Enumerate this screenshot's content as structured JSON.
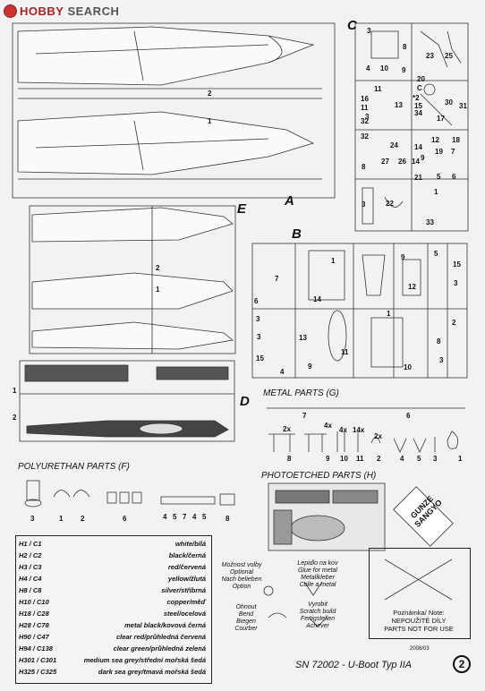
{
  "watermark": {
    "brand": "HOBBY SEARCH",
    "first": "HOBBY",
    "second": "SEARCH"
  },
  "sprues": {
    "A": {
      "label": "A",
      "numbers": [
        "2",
        "1"
      ]
    },
    "B": {
      "label": "B",
      "numbers": [
        "7",
        "1",
        "9",
        "5",
        "15",
        "6",
        "14",
        "12",
        "3",
        "13",
        "11",
        "1",
        "2",
        "8",
        "3",
        "10",
        "9",
        "3",
        "15",
        "4",
        "3"
      ]
    },
    "C": {
      "label": "C",
      "numbers": [
        "3",
        "8",
        "23",
        "25",
        "4",
        "10",
        "9",
        "20",
        "11",
        "C",
        "16",
        "*2",
        "30",
        "11",
        "13",
        "34",
        "15",
        "31",
        "3",
        "17",
        "32",
        "32",
        "12",
        "18",
        "24",
        "14",
        "19",
        "7",
        "9",
        "27",
        "26",
        "14",
        "21",
        "5",
        "6",
        "8",
        "22",
        "3",
        "33",
        "1"
      ]
    },
    "D": {
      "label": "D",
      "numbers": [
        "1",
        "2"
      ]
    },
    "E": {
      "label": "E",
      "numbers": [
        "2",
        "1"
      ]
    }
  },
  "metal_parts": {
    "title": "METAL PARTS (G)",
    "numbers": [
      "7",
      "6",
      "8",
      "9",
      "10",
      "11",
      "2",
      "4",
      "5",
      "3",
      "1"
    ],
    "counts": [
      "2x",
      "4x",
      "4x",
      "14x",
      "2x"
    ]
  },
  "polyurethan_parts": {
    "title": "POLYURETHAN PARTS (F)",
    "numbers": [
      "3",
      "1",
      "2",
      "6",
      "4",
      "5",
      "7",
      "4",
      "5",
      "8"
    ]
  },
  "photoetched_parts": {
    "title": "PHOTOETCHED PARTS (H)"
  },
  "brand_badge": {
    "line1": "GUNZE",
    "line2": "SANGYO"
  },
  "color_table": [
    {
      "code": "H1 / C1",
      "name": "white/bílá"
    },
    {
      "code": "H2 / C2",
      "name": "black/černá"
    },
    {
      "code": "H3 / C3",
      "name": "red/červená"
    },
    {
      "code": "H4 / C4",
      "name": "yellow/žlutá"
    },
    {
      "code": "H8 / C8",
      "name": "silver/stříbrná"
    },
    {
      "code": "H10 / C10",
      "name": "copper/měď"
    },
    {
      "code": "H18 / C28",
      "name": "steel/ocelová"
    },
    {
      "code": "H28 / C78",
      "name": "metal black/kovová černá"
    },
    {
      "code": "H90 / C47",
      "name": "clear red/průhledná červená"
    },
    {
      "code": "H94 / C138",
      "name": "clear green/průhledná zelená"
    },
    {
      "code": "H301 / C301",
      "name": "medium sea grey/střední mořská šedá"
    },
    {
      "code": "H325 / C325",
      "name": "dark sea grey/tmavá mořská šedá"
    }
  ],
  "legend": {
    "optional": "Možnost volby\nOptional\nNach belieben\nOption",
    "glue": "Lepidlo na kov\nGlue for metal\nMetallkleber\nColle a metal",
    "bend": "Ohnout\nBend\nBiegen\nCourber",
    "scratch": "Vyrobit\nScratch build\nFertigstellen\nAchever"
  },
  "note": {
    "heading": "Poznámka/ Note:",
    "line1": "NEPOUŽITÉ DÍLY",
    "line2": "PARTS NOT FOR USE"
  },
  "footer": {
    "code": "2008/03",
    "title": "SN 72002 - U-Boot Typ IIA",
    "page": "2"
  }
}
